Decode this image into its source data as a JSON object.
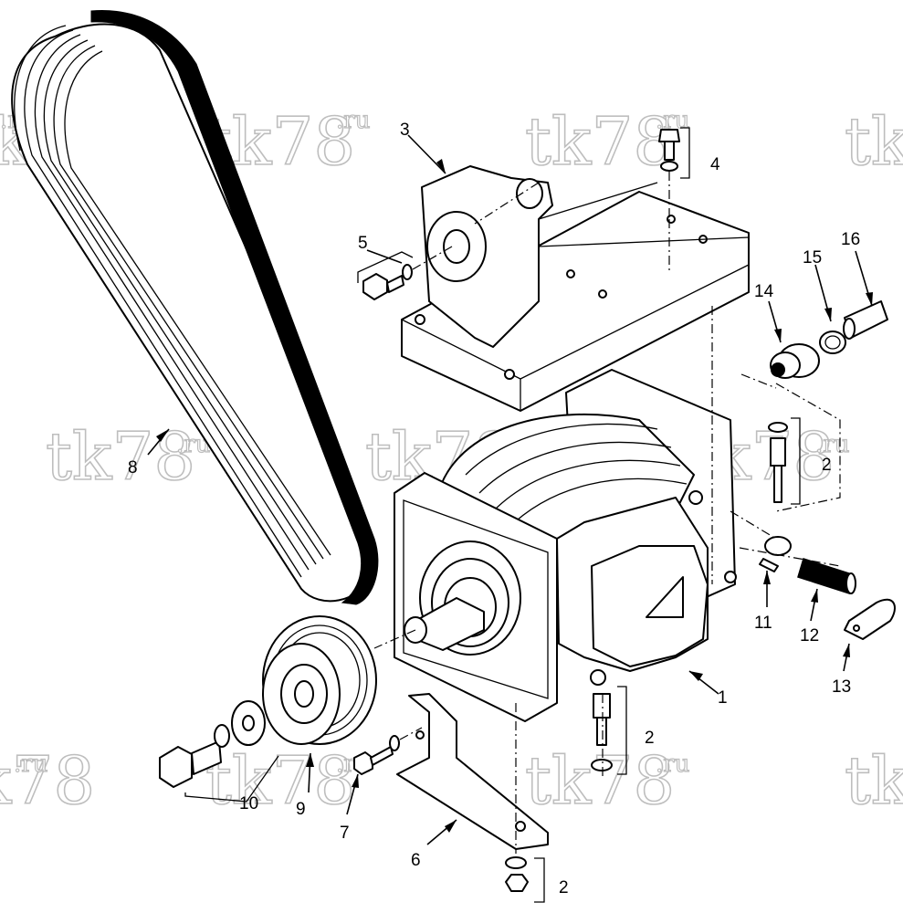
{
  "watermark": {
    "main": "tk78",
    "suffix": ".ru"
  },
  "callouts": {
    "c1": "1",
    "c2a": "2",
    "c2b": "2",
    "c2c": "2",
    "c3": "3",
    "c4": "4",
    "c5": "5",
    "c6": "6",
    "c7": "7",
    "c8": "8",
    "c9": "9",
    "c10": "10",
    "c11": "11",
    "c12": "12",
    "c13": "13",
    "c14": "14",
    "c15": "15",
    "c16": "16"
  },
  "colors": {
    "ink": "#000000",
    "watermark_outline": "#b8b8b8",
    "background": "#ffffff"
  }
}
